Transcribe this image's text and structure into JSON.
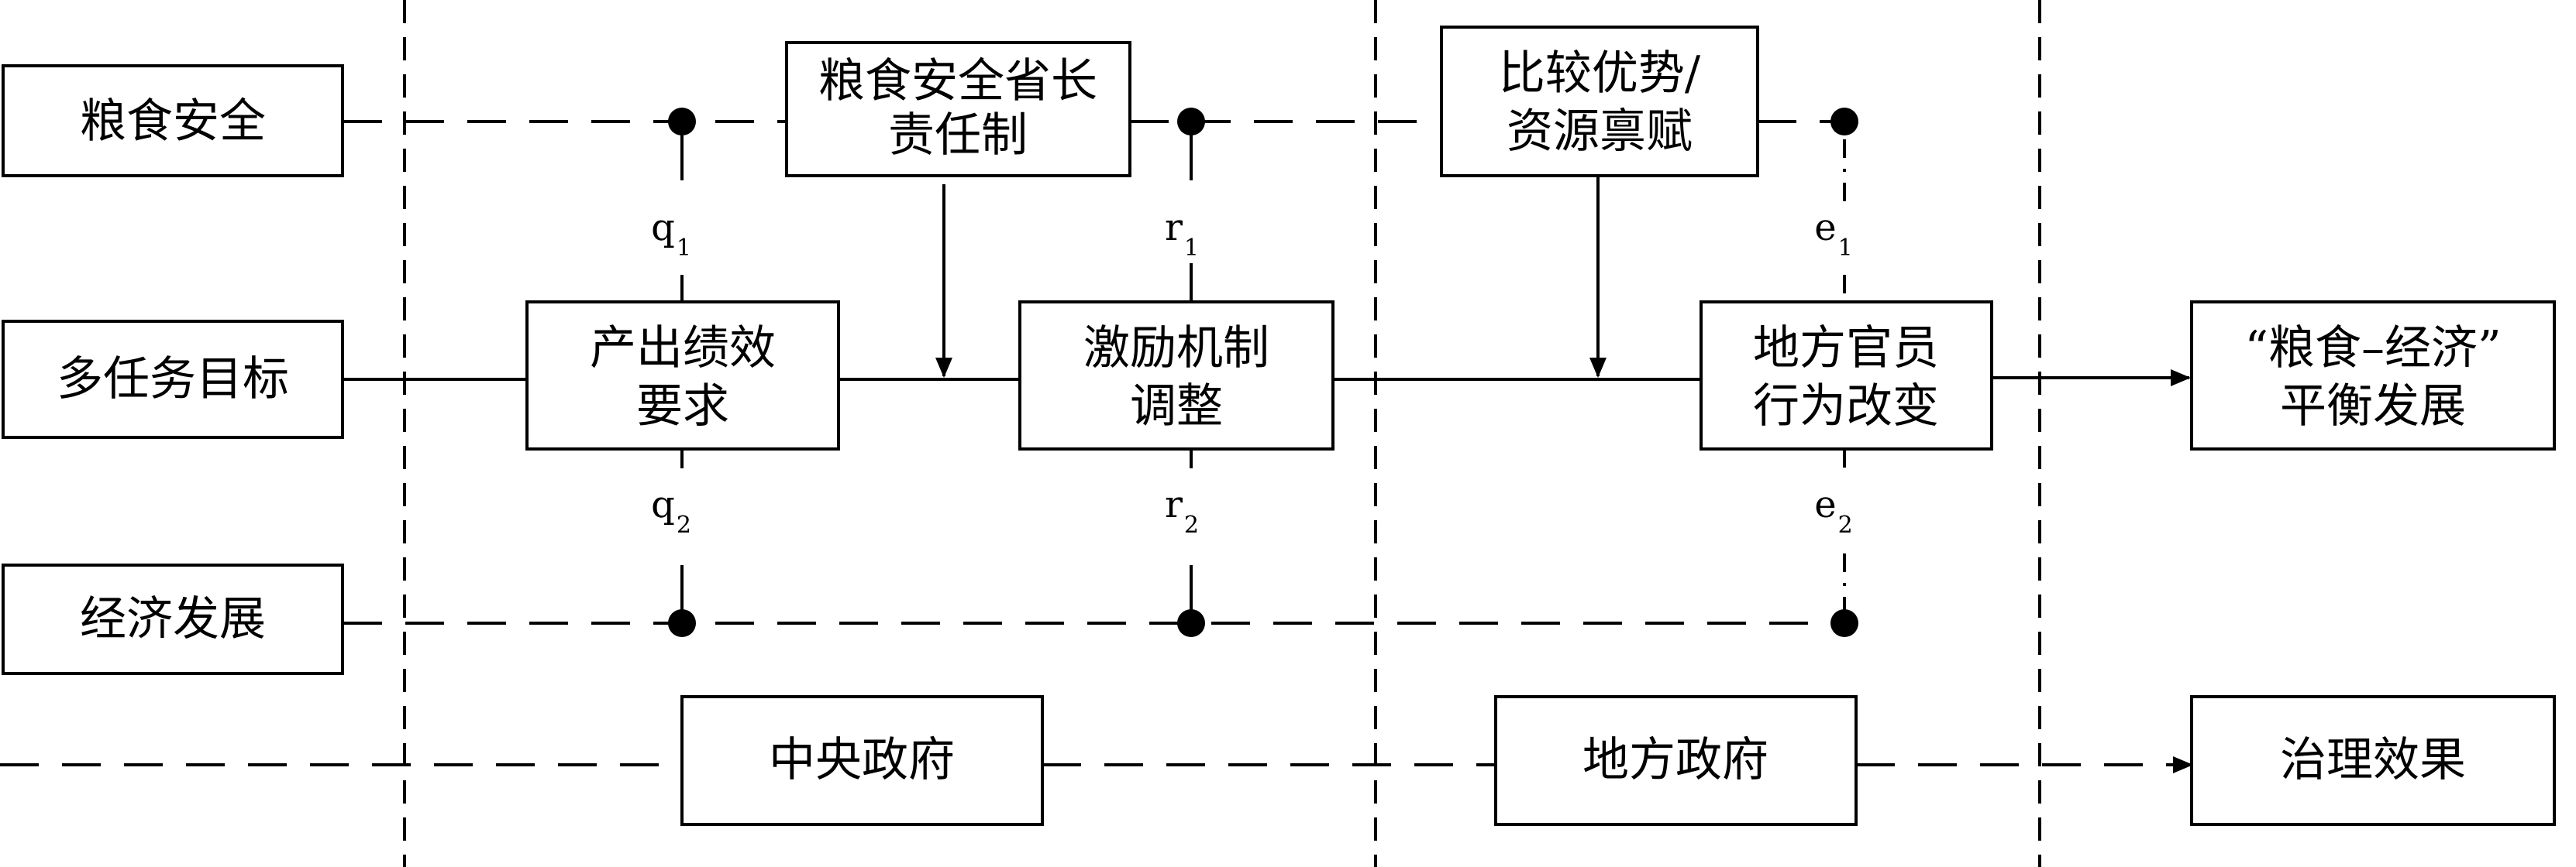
{
  "left_labels": {
    "food_security": "粮食安全",
    "multi_task": "多任务目标",
    "economic_dev": "经济发展"
  },
  "boxes": {
    "governor": [
      "粮食安全省长",
      "责任制"
    ],
    "output_req": [
      "产出绩效",
      "要求"
    ],
    "incentive": [
      "激励机制",
      "调整"
    ],
    "comparative": [
      "比较优势/",
      "资源禀赋"
    ],
    "official": [
      "地方官员",
      "行为改变"
    ],
    "balance": [
      "“粮食–经济”",
      "平衡发展"
    ],
    "central_gov": "中央政府",
    "local_gov": "地方政府",
    "governance_effect": "治理效果"
  },
  "link_labels": {
    "q1": {
      "base": "q",
      "sub": "1"
    },
    "q2": {
      "base": "q",
      "sub": "2"
    },
    "r1": {
      "base": "r",
      "sub": "1"
    },
    "r2": {
      "base": "r",
      "sub": "2"
    },
    "e1": {
      "base": "e",
      "sub": "1"
    },
    "e2": {
      "base": "e",
      "sub": "2"
    }
  },
  "colors": {
    "ink": "#000000",
    "background": "#ffffff"
  }
}
